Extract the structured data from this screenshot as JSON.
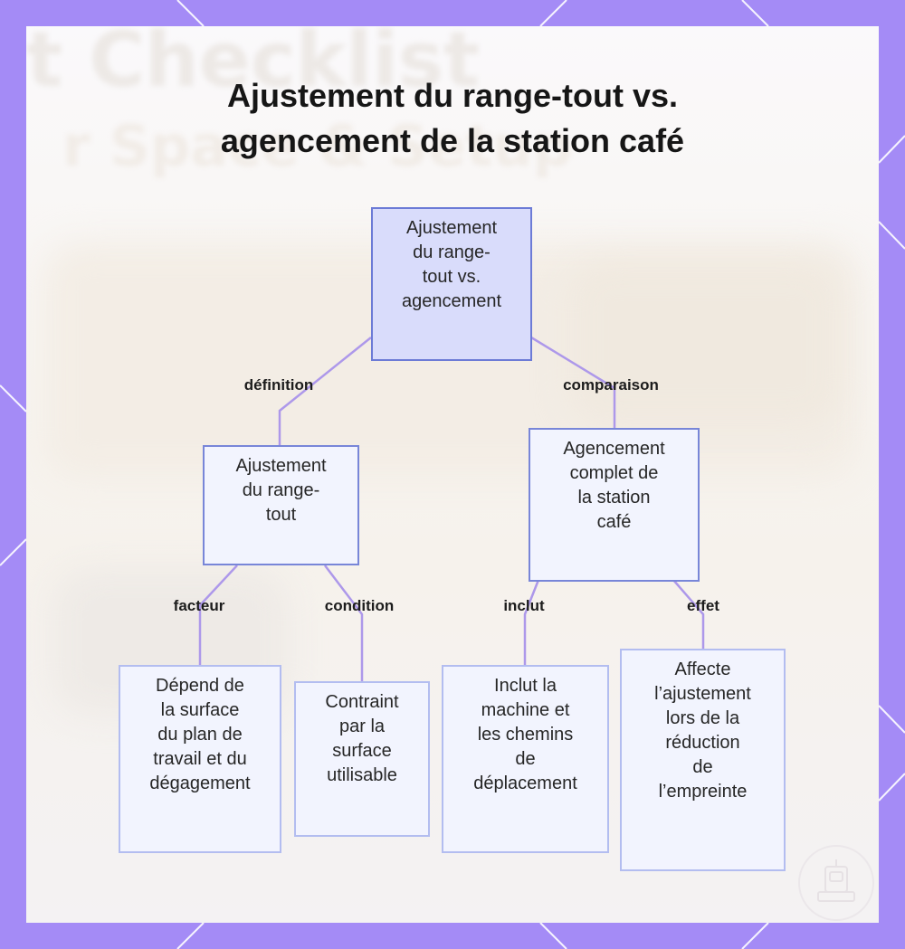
{
  "title_lines": [
    "Ajustement du range-tout vs.",
    "agencement de la station café"
  ],
  "nodes": {
    "root": {
      "lines": [
        "Ajustement",
        "du range-",
        "tout vs.",
        "agencement"
      ]
    },
    "fit": {
      "lines": [
        "Ajustement",
        "du range-",
        "tout"
      ]
    },
    "layout": {
      "lines": [
        "Agencement",
        "complet de",
        "la station",
        "café"
      ]
    },
    "surface": {
      "lines": [
        "Dépend de",
        "la surface",
        "du plan de",
        "travail et du",
        "dégagement"
      ]
    },
    "constrained": {
      "lines": [
        "Contraint",
        "par la",
        "surface",
        "utilisable"
      ]
    },
    "includes": {
      "lines": [
        "Inclut la",
        "machine et",
        "les chemins",
        "de",
        "déplacement"
      ]
    },
    "affects": {
      "lines": [
        "Affecte",
        "l’ajustement",
        "lors de la",
        "réduction",
        "de",
        "l’empreinte"
      ]
    }
  },
  "edge_labels": {
    "definition": "définition",
    "comparison": "comparaison",
    "factor": "facteur",
    "condition": "condition",
    "includes": "inclut",
    "effect": "effet"
  },
  "colors": {
    "frame": "#a48bf6",
    "edge": "#ad98ea",
    "node_border": "#7886d8",
    "root_fill": "#d9dcfb",
    "node_fill": "#f2f4fe"
  }
}
